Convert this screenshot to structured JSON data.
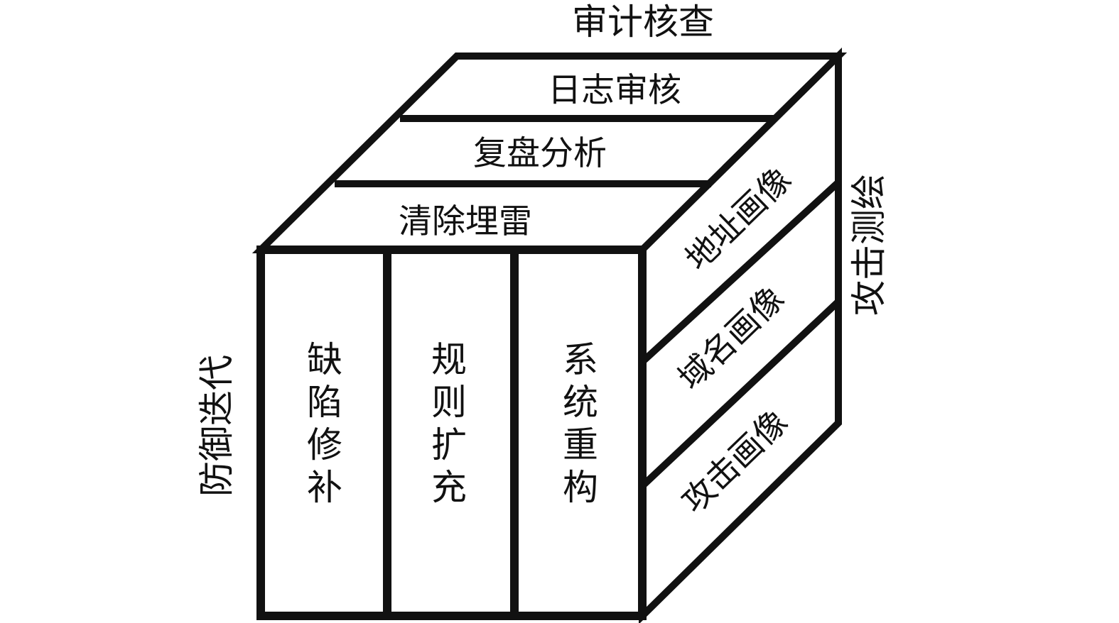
{
  "axes": {
    "top": "审计核查",
    "right": "攻击测绘",
    "left": "防御迭代"
  },
  "top_face": {
    "layers": [
      "日志审核",
      "复盘分析",
      "清除埋雷"
    ]
  },
  "front_face": {
    "columns": [
      "缺陷修补",
      "规则扩充",
      "系统重构"
    ]
  },
  "side_face": {
    "layers": [
      "地址画像",
      "域名画像",
      "攻击画像"
    ]
  },
  "colors": {
    "line": "#111111",
    "fill": "#ffffff"
  }
}
